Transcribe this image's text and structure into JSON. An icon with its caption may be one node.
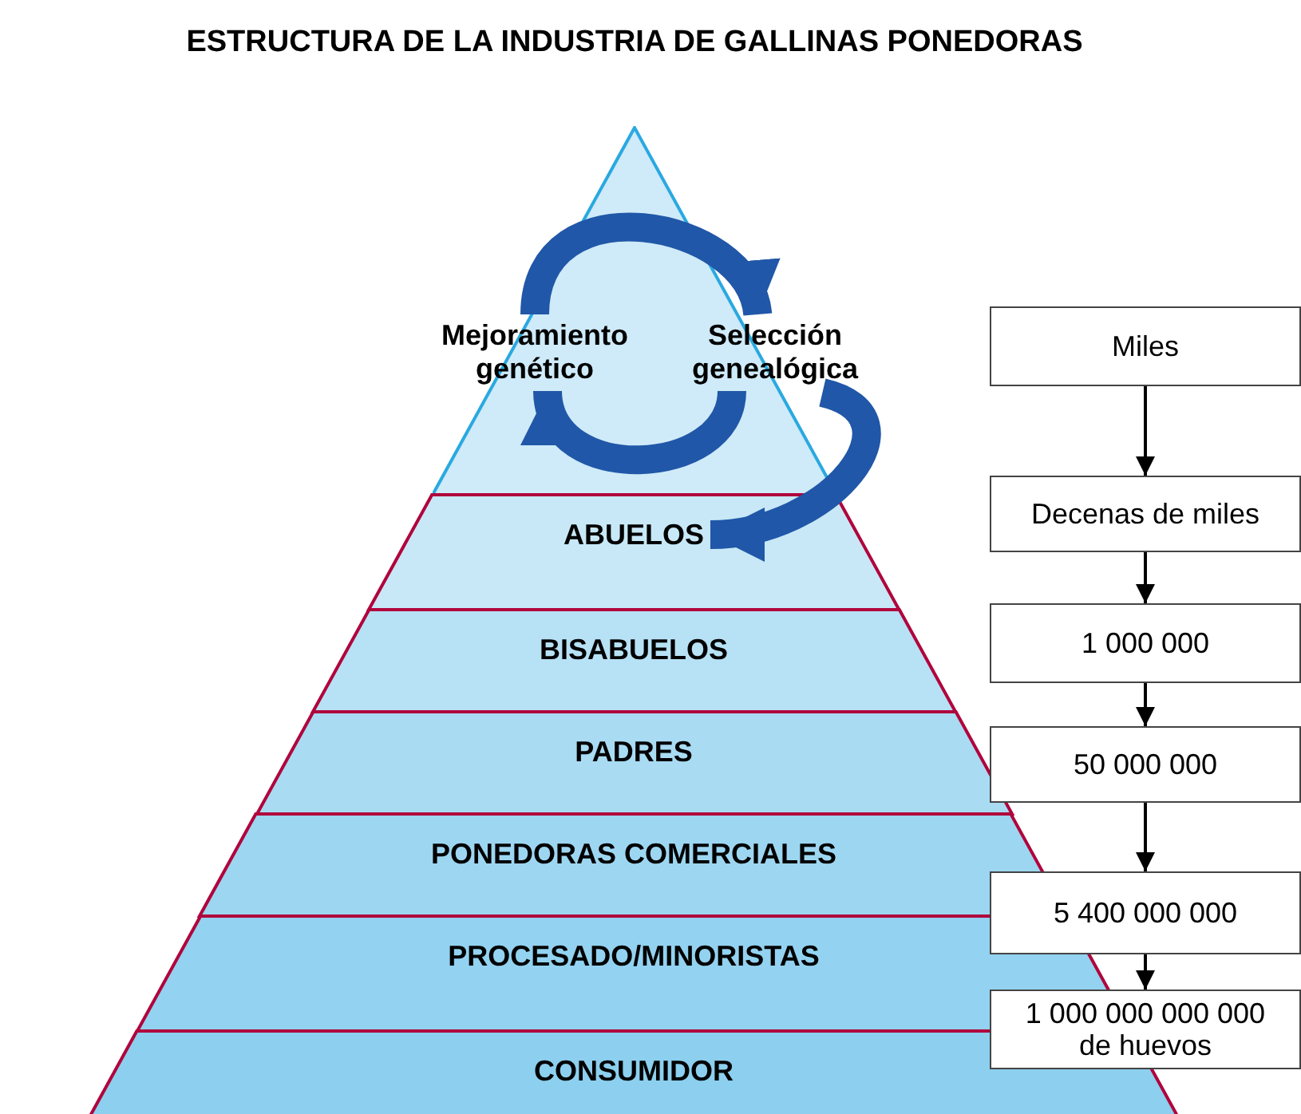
{
  "diagram": {
    "title": "ESTRUCTURA DE LA INDUSTRIA DE GALLINAS PONEDORAS",
    "nodes": [
      {
        "text": [
          "Mejoramiento genético"
        ]
      },
      {
        "text": [
          "Selección genealógica"
        ]
      },
      {
        "text": [
          "ABUELOS"
        ]
      },
      {
        "text": [
          "BISABUELOS"
        ]
      },
      {
        "text": [
          "PADRES"
        ]
      },
      {
        "text": [
          "PONEDORAS COMERCIALES"
        ]
      },
      {
        "text": [
          "PROCESADO/MINORISTAS"
        ]
      },
      {
        "text": [
          "CONSUMIDOR"
        ]
      },
      {
        "text": [
          "Miles"
        ]
      },
      {
        "text": [
          "Decenas de miles"
        ]
      },
      {
        "text": [
          "1 000 000"
        ]
      },
      {
        "text": [
          "50 000 000"
        ]
      },
      {
        "text": [
          "5 400 000 000"
        ]
      },
      {
        "text": [
          "1 000 000 000 000 de huevos"
        ]
      }
    ],
    "edges": [
      {
        "from": 0,
        "to": 1,
        "arrow": "to",
        "style": "thick",
        "color": "#2057a8"
      },
      {
        "from": 1,
        "to": 0,
        "arrow": "to",
        "style": "thick",
        "color": "#2057a8"
      },
      {
        "from": 1,
        "to": 2,
        "arrow": "to",
        "style": "thick",
        "color": "#2057a8"
      },
      {
        "from": 8,
        "to": 9,
        "arrow": "to"
      },
      {
        "from": 9,
        "to": 10,
        "arrow": "to"
      },
      {
        "from": 10,
        "to": 11,
        "arrow": "to"
      },
      {
        "from": 11,
        "to": 12,
        "arrow": "to"
      },
      {
        "from": 12,
        "to": 13,
        "arrow": "to"
      }
    ]
  }
}
